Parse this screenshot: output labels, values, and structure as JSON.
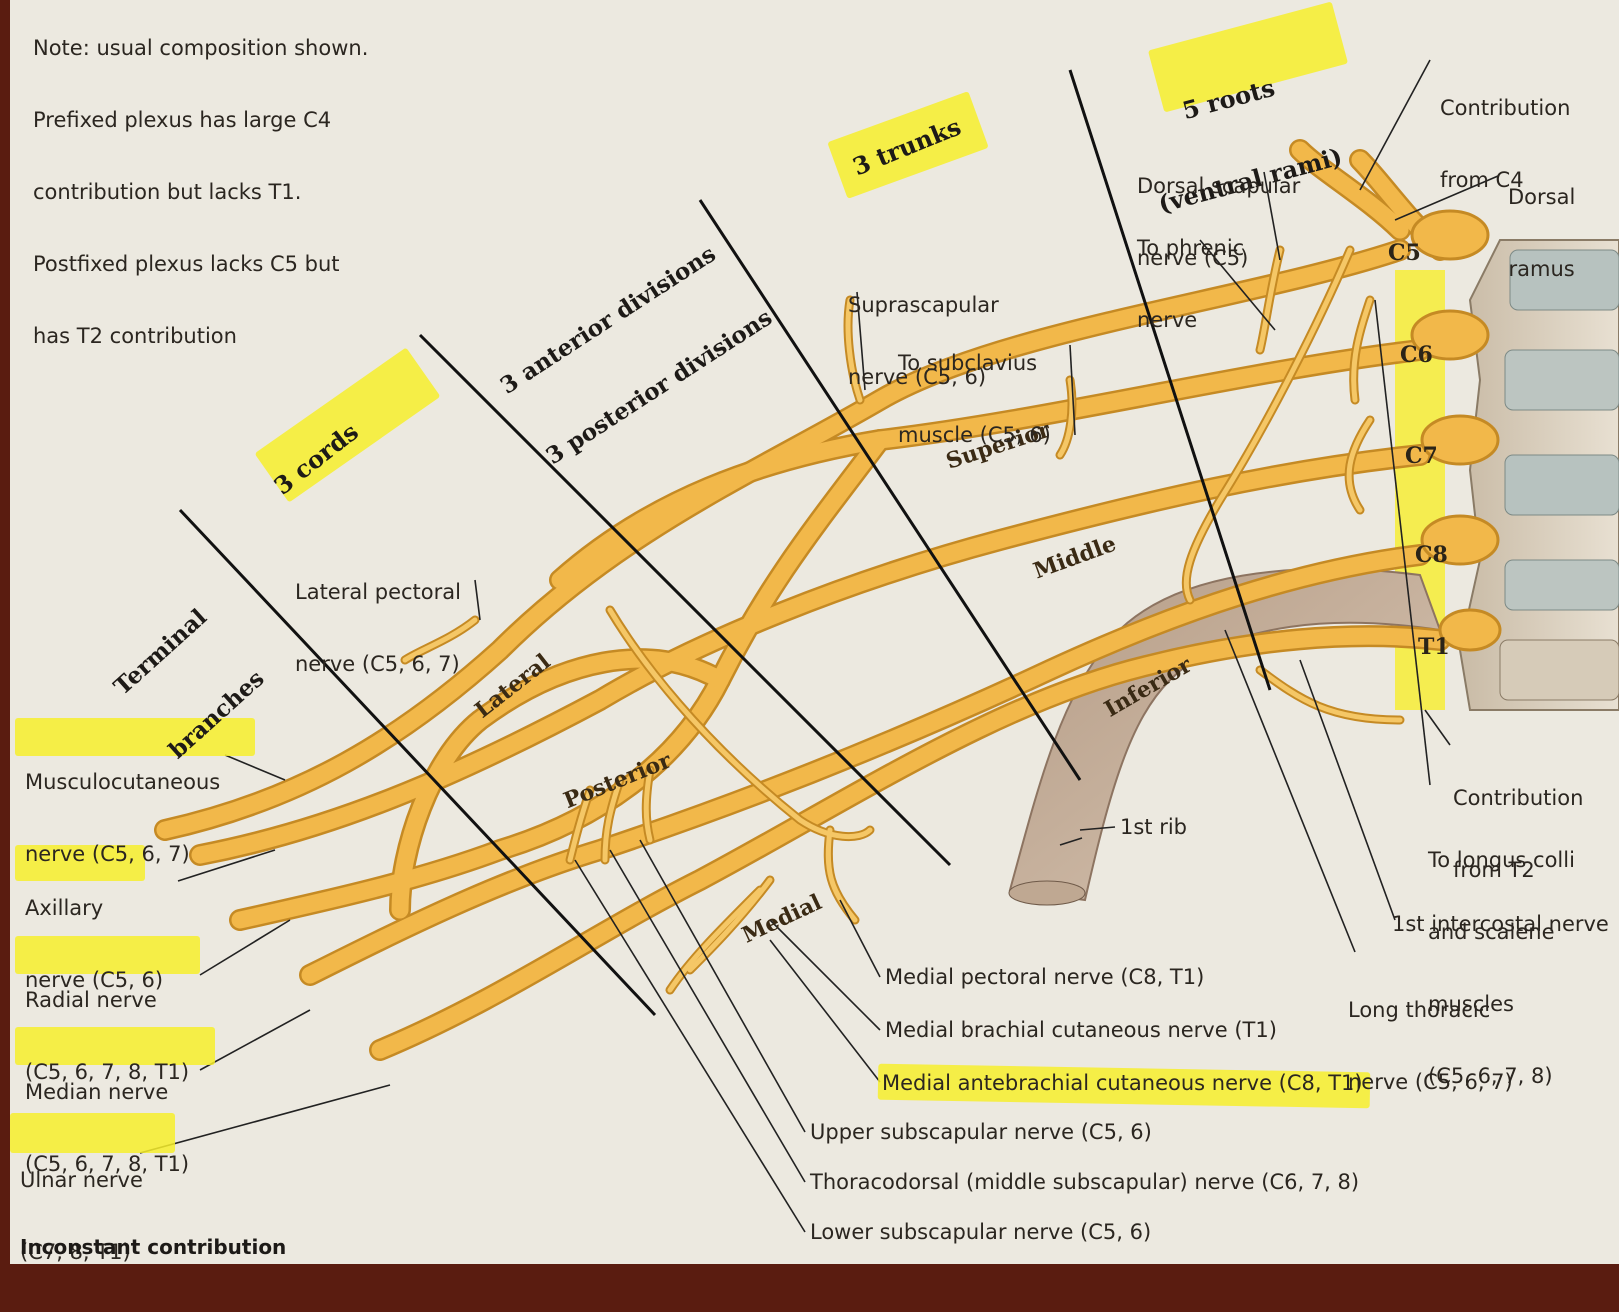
{
  "note": [
    "Note: usual composition shown.",
    "Prefixed plexus has large C4",
    "contribution but lacks T1.",
    "Postfixed plexus lacks C5 but",
    "has T2 contribution"
  ],
  "headings": {
    "roots": [
      "5 roots",
      "(ventral rami)"
    ],
    "trunks": "3 trunks",
    "divisions": [
      "3 anterior divisions",
      "3 posterior divisions"
    ],
    "cords": "3 cords",
    "terminal": [
      "Terminal",
      "branches"
    ]
  },
  "vertebral_levels": [
    "C5",
    "C6",
    "C7",
    "C8",
    "T1"
  ],
  "segments": {
    "trunks": [
      "Superior",
      "Middle",
      "Inferior"
    ],
    "cords": [
      "Lateral",
      "Posterior",
      "Medial"
    ]
  },
  "top_labels": {
    "dorsal_scapular": [
      "Dorsal scapular",
      "nerve (C5)"
    ],
    "to_phrenic": [
      "To phrenic",
      "nerve"
    ],
    "contribution_c4": [
      "Contribution",
      "from C4"
    ],
    "dorsal_ramus": [
      "Dorsal",
      "ramus"
    ],
    "suprascapular": [
      "Suprascapular",
      "nerve (C5, 6)"
    ],
    "to_subclavius": [
      "To subclavius",
      "muscle (C5, 6)"
    ],
    "lateral_pectoral": [
      "Lateral pectoral",
      "nerve (C5, 6, 7)"
    ]
  },
  "right_labels": {
    "contribution_t2": [
      "Contribution",
      "from T2"
    ],
    "longus": [
      "To longus colli",
      "and scalene",
      "muscles",
      "(C5, 6, 7, 8)"
    ],
    "intercostal": "1st intercostal nerve",
    "long_thoracic": [
      "Long thoracic",
      "nerve (C5, 6, 7)"
    ],
    "first_rib": "1st rib"
  },
  "terminal_branches": [
    {
      "name": "Musculocutaneous",
      "roots": "nerve (C5, 6, 7)"
    },
    {
      "name": "Axillary",
      "roots": "nerve (C5, 6)"
    },
    {
      "name": "Radial nerve",
      "roots": "(C5, 6, 7, 8, T1)"
    },
    {
      "name": "Median nerve",
      "roots": "(C5, 6, 7, 8, T1)"
    },
    {
      "name": "Ulnar nerve",
      "roots": "(C7, 8, T1)"
    }
  ],
  "bottom_labels": [
    "Medial pectoral nerve (C8, T1)",
    "Medial brachial cutaneous nerve (T1)",
    "Medial antebrachial cutaneous nerve (C8, T1)",
    "Upper subscapular nerve (C5, 6)",
    "Thoracodorsal (middle subscapular) nerve (C6, 7, 8)",
    "Lower subscapular nerve (C5, 6)"
  ],
  "footer": "Inconstant contribution",
  "colors": {
    "nerve": "#f2b84a",
    "nerve_edge": "#c58a24",
    "highlight": "#f7ee2c",
    "bone": "#d9cdbb",
    "rib": "#c4ad99",
    "background": "#ece9e0",
    "frame": "#5a1c10"
  }
}
